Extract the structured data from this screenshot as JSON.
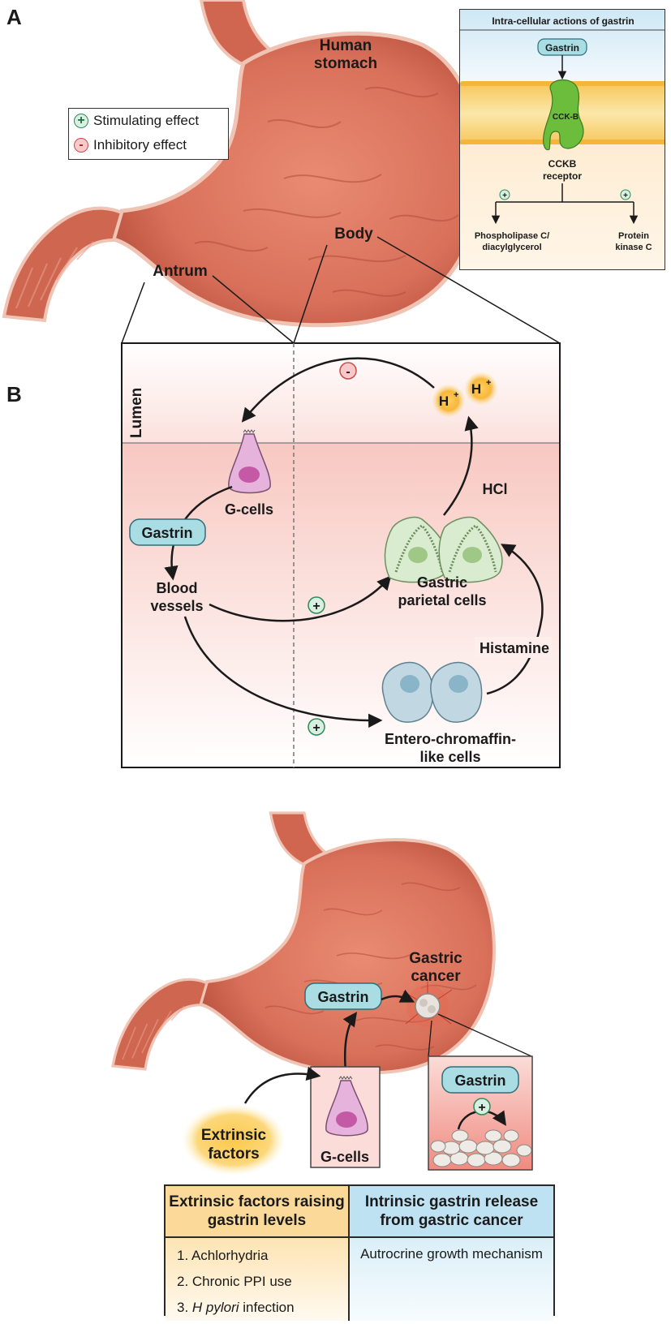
{
  "panels": {
    "a": "A",
    "b": "B"
  },
  "legend": {
    "stimulating": "Stimulating effect",
    "inhibitory": "Inhibitory effect",
    "plus": "+",
    "minus": "-"
  },
  "stomach_top": {
    "title_line1": "Human",
    "title_line2": "stomach",
    "antrum": "Antrum",
    "body": "Body"
  },
  "intracellular": {
    "title": "Intra-cellular actions of gastrin",
    "gastrin": "Gastrin",
    "receptor_on_membrane": "CCK-B",
    "receptor_line1": "CCKB",
    "receptor_line2": "receptor",
    "left_line1": "Phospholipase C/",
    "left_line2": "diacylglycerol",
    "right_line1": "Protein",
    "right_line2": "kinase C"
  },
  "panel_b": {
    "lumen": "Lumen",
    "h_plus": "H",
    "h_sup": "+",
    "hcl": "HCl",
    "g_cells": "G-cells",
    "gastrin": "Gastrin",
    "blood_line1": "Blood",
    "blood_line2": "vessels",
    "parietal_line1": "Gastric",
    "parietal_line2": "parietal cells",
    "histamine": "Histamine",
    "ecl_line1": "Entero-chromaffin-",
    "ecl_line2": "like cells"
  },
  "bottom": {
    "cancer_line1": "Gastric",
    "cancer_line2": "cancer",
    "gastrin_main": "Gastrin",
    "gastrin_inset": "Gastrin",
    "extrinsic_line1": "Extrinsic",
    "extrinsic_line2": "factors",
    "g_cells": "G-cells"
  },
  "table": {
    "header_left": "Extrinsic factors raising gastrin levels",
    "header_right": "Intrinsic gastrin release from gastric cancer",
    "items": [
      "1. Achlorhydria",
      "2. Chronic PPI use"
    ],
    "item3_prefix": "3. ",
    "item3_italic": "H pylori",
    "item3_suffix": " infection",
    "right_text": "Autrocrine growth mechanism"
  },
  "colors": {
    "stomach": "#d9705a",
    "stomach_dark": "#b4503d",
    "stomach_outline": "#f0c4b4",
    "gastrin_fill": "#a9dde3",
    "parietal_fill": "#d9ecd0",
    "ecl_fill": "#c1d8e2",
    "gcell_fill": "#e6b3dc",
    "hion_glow": "#f6b533",
    "receptor": "#6dbd3c"
  }
}
